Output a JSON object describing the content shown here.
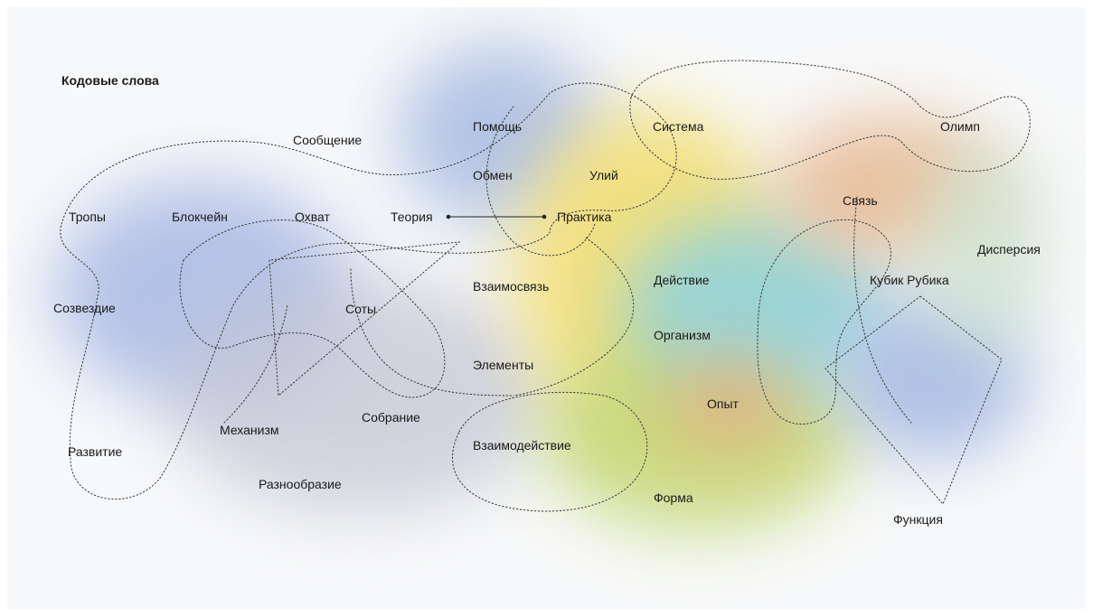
{
  "title": "Кодовые слова",
  "words": {
    "tropy": "Тропы",
    "blockchain": "Блокчейн",
    "okhvat": "Охват",
    "teoriya": "Теория",
    "praktika": "Практика",
    "soobshchenie": "Сообщение",
    "pomoshch": "Помощь",
    "obmen": "Обмен",
    "uliy": "Улий",
    "sistema": "Система",
    "olimp": "Олимп",
    "svyaz": "Связь",
    "dispersiya": "Дисперсия",
    "kubik": "Кубик Рубика",
    "sozvezdie": "Созвездие",
    "soty": "Соты",
    "vzaimosvyaz": "Взаимосвязь",
    "deystvie": "Действие",
    "organizm": "Организм",
    "elementy": "Элементы",
    "opyt": "Опыт",
    "mekhanizm": "Механизм",
    "sobranie": "Собрание",
    "razvitie": "Развитие",
    "vzaimodeystvie": "Взаимодействие",
    "raznoobrazie": "Разнообразие",
    "forma": "Форма",
    "funktsiya": "Функция"
  },
  "colors": {
    "blue": "#9aaede",
    "yellow": "#f2de7a",
    "green": "#c5d873",
    "teal": "#9fd6d9",
    "orange": "#eab58a",
    "grey": "#c7c9d6",
    "mint": "#cfe4d3"
  }
}
